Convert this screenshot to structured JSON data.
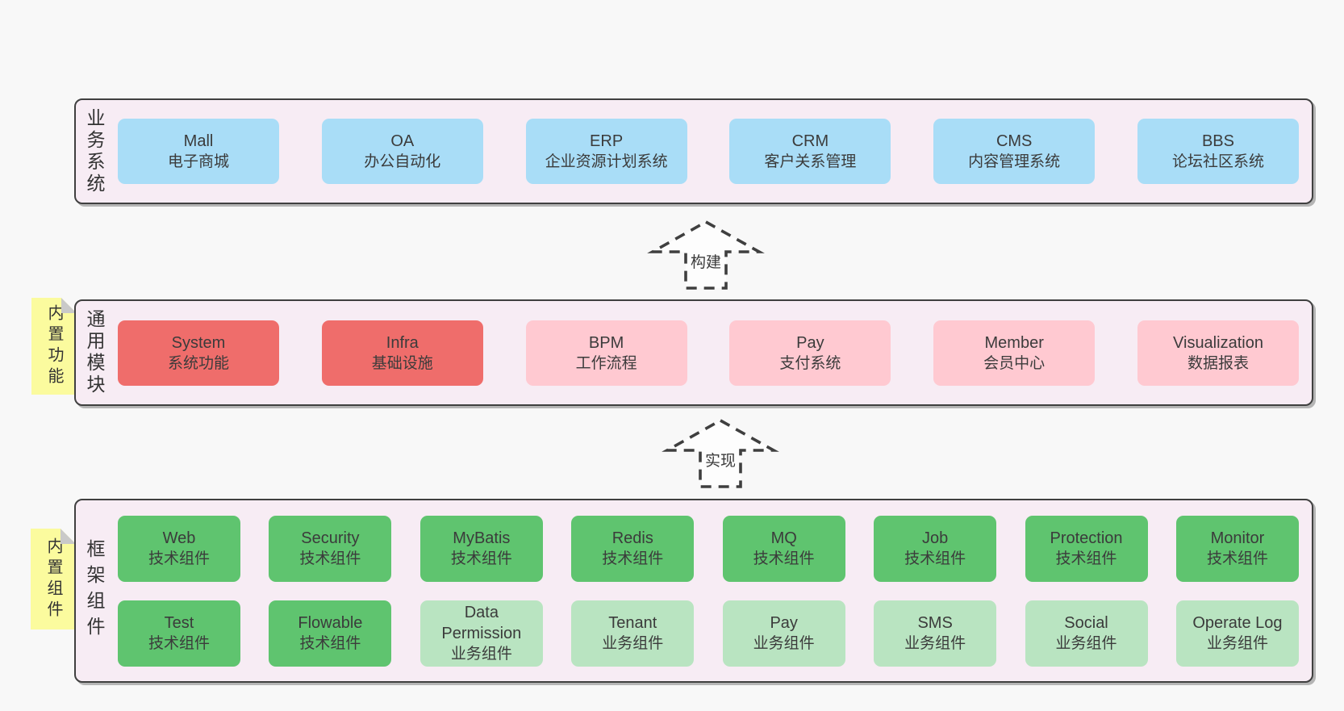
{
  "diagram": {
    "arrows": [
      {
        "label": "构建"
      },
      {
        "label": "实现"
      }
    ],
    "bands": [
      {
        "label": "业务系统",
        "boxes": [
          {
            "name": "Mall",
            "desc": "电子商城"
          },
          {
            "name": "OA",
            "desc": "办公自动化"
          },
          {
            "name": "ERP",
            "desc": "企业资源计划系统"
          },
          {
            "name": "CRM",
            "desc": "客户关系管理"
          },
          {
            "name": "CMS",
            "desc": "内容管理系统"
          },
          {
            "name": "BBS",
            "desc": "论坛社区系统"
          }
        ]
      },
      {
        "label": "通用模块",
        "note": "内置功能",
        "boxes": [
          {
            "name": "System",
            "desc": "系统功能"
          },
          {
            "name": "Infra",
            "desc": "基础设施"
          },
          {
            "name": "BPM",
            "desc": "工作流程"
          },
          {
            "name": "Pay",
            "desc": "支付系统"
          },
          {
            "name": "Member",
            "desc": "会员中心"
          },
          {
            "name": "Visualization",
            "desc": "数据报表"
          }
        ]
      },
      {
        "label": "框架组件",
        "note": "内置组件",
        "row1": [
          {
            "name": "Web",
            "desc": "技术组件"
          },
          {
            "name": "Security",
            "desc": "技术组件"
          },
          {
            "name": "MyBatis",
            "desc": "技术组件"
          },
          {
            "name": "Redis",
            "desc": "技术组件"
          },
          {
            "name": "MQ",
            "desc": "技术组件"
          },
          {
            "name": "Job",
            "desc": "技术组件"
          },
          {
            "name": "Protection",
            "desc": "技术组件"
          },
          {
            "name": "Monitor",
            "desc": "技术组件"
          }
        ],
        "row2": [
          {
            "name": "Test",
            "desc": "技术组件"
          },
          {
            "name": "Flowable",
            "desc": "技术组件"
          },
          {
            "name": "Data Permission",
            "desc": "业务组件"
          },
          {
            "name": "Tenant",
            "desc": "业务组件"
          },
          {
            "name": "Pay",
            "desc": "业务组件"
          },
          {
            "name": "SMS",
            "desc": "业务组件"
          },
          {
            "name": "Social",
            "desc": "业务组件"
          },
          {
            "name": "Operate Log",
            "desc": "业务组件"
          }
        ]
      }
    ],
    "colors": {
      "business_box": "#A9DDF7",
      "core_module_box": "#EF6D6B",
      "optional_module_box": "#FFC9D1",
      "tech_component_box": "#5FC46F",
      "biz_component_box": "#B9E4C1",
      "sticky_note": "#FBFB9E",
      "band_background": "#F7ECF4",
      "band_border": "#404040",
      "page_background": "#F8F8F8"
    }
  }
}
